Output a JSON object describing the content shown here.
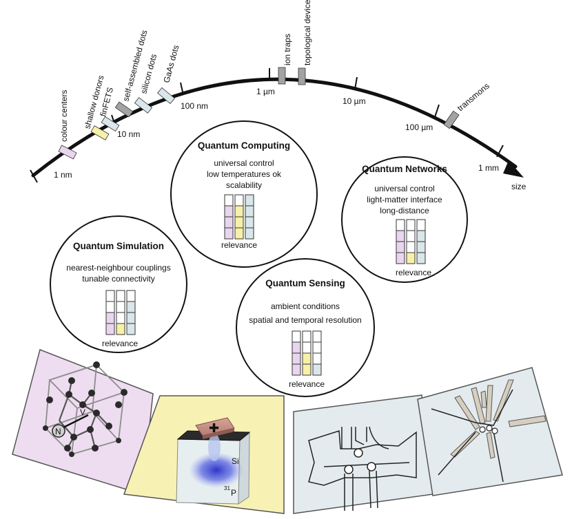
{
  "scale": {
    "axis_label": "size",
    "ticks": [
      "1 nm",
      "10 nm",
      "100 nm",
      "1 µm",
      "10 µm",
      "100 µm",
      "1 mm"
    ]
  },
  "technologies": [
    {
      "label": "colour centers",
      "color": "#e9d5ee"
    },
    {
      "label": "shallow donors",
      "color": "#f7f0a8"
    },
    {
      "label": "finFETS",
      "color": "#d9e6ea"
    },
    {
      "label": "self-assembled dots",
      "color": "#a3a3a3"
    },
    {
      "label": "silicon dots",
      "color": "#d9e6ea"
    },
    {
      "label": "GaAs dots",
      "color": "#d9e6ea"
    },
    {
      "label": "ion traps",
      "color": "#a3a3a3"
    },
    {
      "label": "topological devices",
      "color": "#a3a3a3"
    },
    {
      "label": "transmons",
      "color": "#a3a3a3"
    }
  ],
  "applications": [
    {
      "title": "Quantum Computing",
      "lines": [
        "universal control",
        "low temperatures ok",
        "scalability"
      ],
      "relevance_label": "relevance",
      "relevance": [
        3,
        3,
        4
      ]
    },
    {
      "title": "Quantum Networks",
      "lines": [
        "universal control",
        "light-matter interface",
        "long-distance"
      ],
      "relevance_label": "relevance",
      "relevance": [
        3,
        1,
        3
      ]
    },
    {
      "title": "Quantum Simulation",
      "lines": [
        "nearest-neighbour couplings",
        "tunable connectivity"
      ],
      "relevance_label": "relevance",
      "relevance": [
        2,
        1,
        3
      ]
    },
    {
      "title": "Quantum Sensing",
      "lines": [
        "ambient conditions",
        "spatial and temporal resolution"
      ],
      "relevance_label": "relevance",
      "relevance": [
        3,
        2,
        1
      ]
    }
  ],
  "panels": {
    "nv": {
      "nitrogen_label": "N",
      "vacancy_label": "V",
      "color": "#eedcf0"
    },
    "donor": {
      "si_label": "Si",
      "p_label": "31",
      "p_symbol": "P",
      "color": "#f7f1b4"
    },
    "qdot": {
      "color": "#e4ebee"
    },
    "transmon": {
      "color": "#e4ebee"
    }
  },
  "colors": {
    "pink": "#e9d5ee",
    "yellow": "#f7f0a8",
    "blue": "#d9e6ea",
    "gray": "#a3a3a3"
  }
}
